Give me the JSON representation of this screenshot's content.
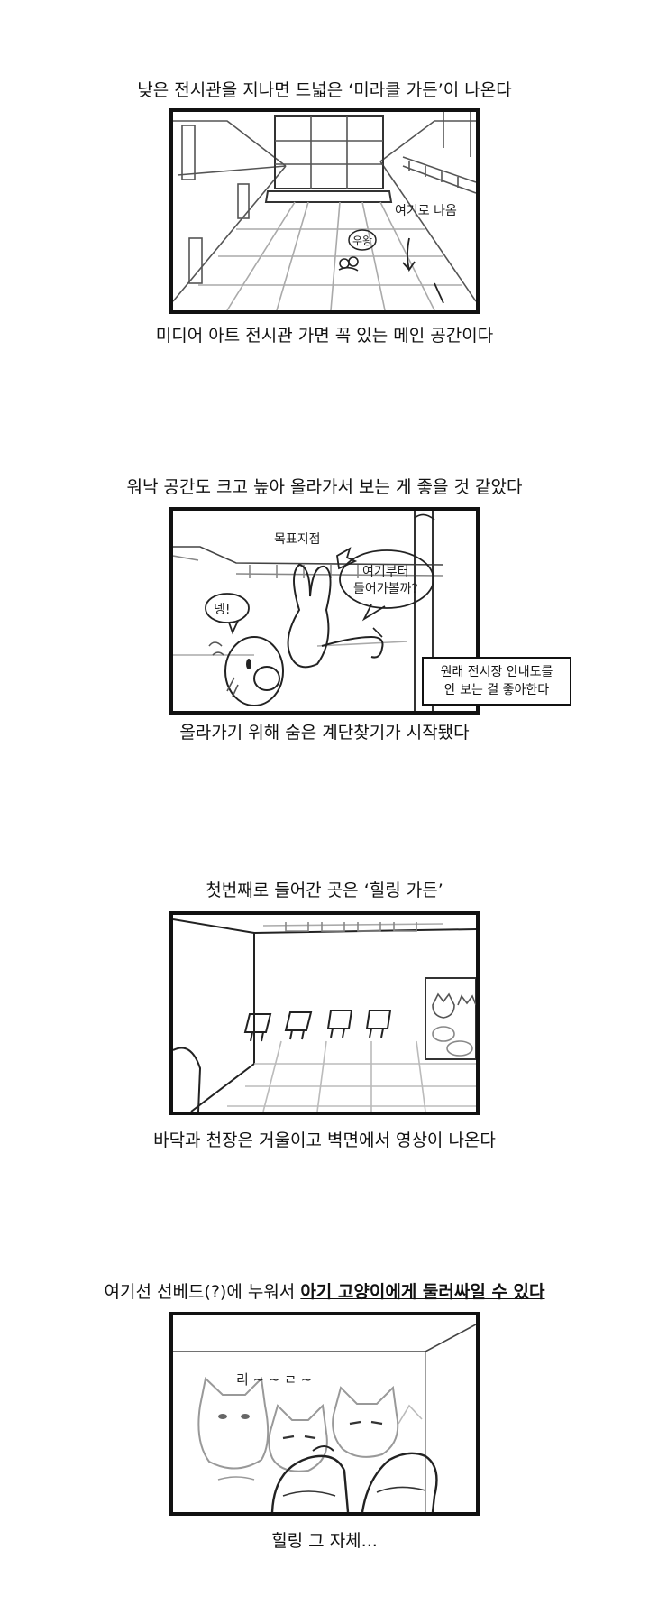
{
  "panel1": {
    "caption_top": "낮은 전시관을 지나면 드넓은 ‘미라클 가든’이 나온다",
    "caption_bottom": "미디어 아트 전시관 가면 꼭 있는 메인 공간이다",
    "label_exit": "여기로 나옴",
    "label_wow": "우왕"
  },
  "panel2": {
    "caption_top": "워낙 공간도 크고 높아 올라가서 보는 게 좋을 것 같았다",
    "caption_bottom": "올라가기 위해 숨은 계단찾기가 시작됐다",
    "label_goal": "목표지점",
    "bubble_yes": "넹!",
    "bubble_q_line1": "여기부터",
    "bubble_q_line2": "들어가볼까?",
    "note_line1": "원래 전시장 안내도를",
    "note_line2": "안 보는 걸 좋아한다"
  },
  "panel3": {
    "caption_top": "첫번째로 들어간 곳은 ‘힐링 가든’",
    "caption_bottom": "바닥과 천장은 거울이고 벽면에서 영상이 나온다"
  },
  "panel4": {
    "caption_top_plain": "여기선 선베드(?)에 누워서 ",
    "caption_top_emph": "아기 고양이에게 둘러싸일 수 있다",
    "caption_bottom": "힐링 그 자체...",
    "sound_text": "리 ~ ~ ㄹ ~"
  }
}
